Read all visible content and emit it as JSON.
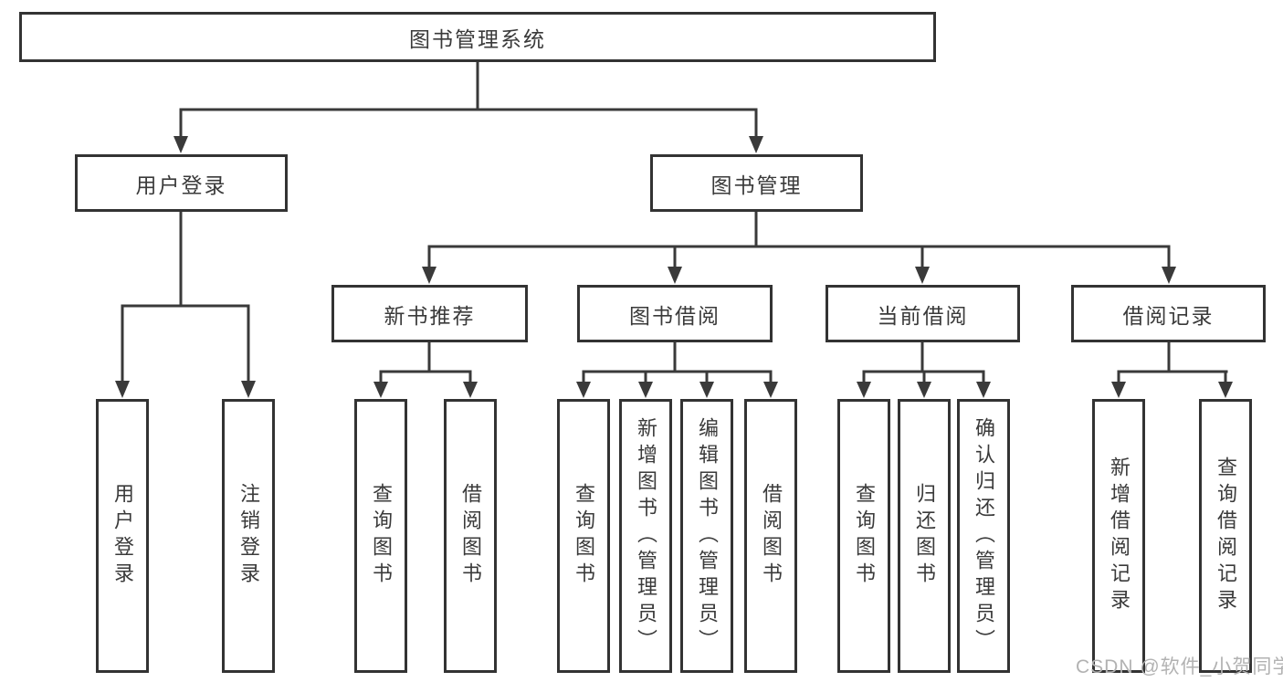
{
  "colors": {
    "line": "#3a3a3a",
    "box_border": "#333333",
    "text": "#3a3a3a",
    "watermark": "#b2b2b2",
    "background": "#ffffff"
  },
  "diagram": {
    "root_label": "图书管理系统",
    "level2": {
      "user_login": "用户登录",
      "book_management": "图书管理"
    },
    "level3": {
      "new_book_recommend": "新书推荐",
      "book_borrowing": "图书借阅",
      "current_borrowing": "当前借阅",
      "borrowing_records": "借阅记录"
    },
    "leaves": {
      "user_login": [
        "用户登录",
        "注销登录"
      ],
      "new_book_recommend": [
        "查询图书",
        "借阅图书"
      ],
      "book_borrowing": [
        "查询图书",
        "新增图书（管理员）",
        "编辑图书（管理员）",
        "借阅图书"
      ],
      "current_borrowing": [
        "查询图书",
        "归还图书",
        "确认归还（管理员）"
      ],
      "borrowing_records": [
        "新增借阅记录",
        "查询借阅记录"
      ]
    }
  },
  "watermark": "CSDN @软件_小贺同学"
}
